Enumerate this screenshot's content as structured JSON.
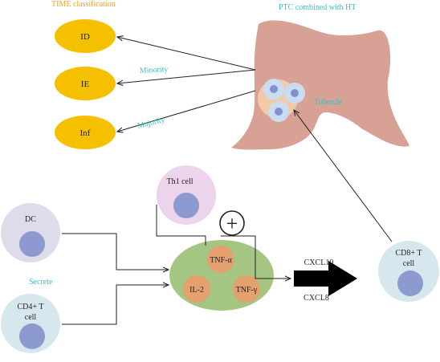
{
  "texts": {
    "time_title": "TIME classification",
    "ptc_title": "PTC combined with HT",
    "id": "ID",
    "ie": "IE",
    "inf": "Inf",
    "minority": "Minority",
    "majority": "Majority",
    "tubercle": "Tubercle",
    "th1": "Th1 cell",
    "dc": "DC",
    "secrete": "Secrete",
    "cd4_line1": "CD4+ T",
    "cd4_line2": "cell",
    "tnf_alpha": "TNF-α",
    "il2": "IL-2",
    "tnf_gamma": "TNF-γ",
    "plus": "+",
    "cxcl10": "CXCL10",
    "cxcl8": "CXCL8",
    "cd8_line1": "CD8+ T",
    "cd8_line2": "cell"
  },
  "colors": {
    "orange_text": "#f0a020",
    "teal_text": "#3bbfbf",
    "category_oval": "#f5c000",
    "thyroid": "#d8a195",
    "tubercle_bg": "#f4c9a8",
    "tubercle_cell": "#c9dcf0",
    "tubercle_nucleus": "#7f91cf",
    "th1_cell": "#ecd4ec",
    "dc_cell": "#dedcea",
    "tcell": "#d7e7ee",
    "nucleus": "#8c9ad0",
    "hub": "#a5c682",
    "cytokine": "#e4a06e"
  }
}
